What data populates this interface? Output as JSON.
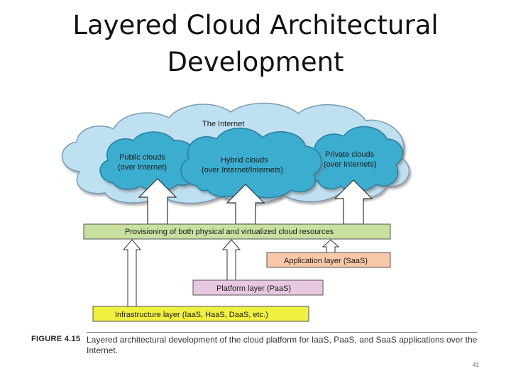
{
  "slide": {
    "title_line1": "Layered Cloud Architectural",
    "title_line2": "Development",
    "page_number": "41"
  },
  "figure": {
    "label": "FIGURE 4.15",
    "caption": "Layered architectural development of the cloud platform for IaaS, PaaS, and SaaS applications over the Internet.",
    "internet_label": "The Internet",
    "public_cloud": {
      "line1": "Public clouds",
      "line2": "(over Internet)"
    },
    "hybrid_cloud": {
      "line1": "Hybrid clouds",
      "line2": "(over Internet/Internets)"
    },
    "private_cloud": {
      "line1": "Private clouds",
      "line2": "(over Internets)"
    },
    "provisioning_label": "Provisioning of both physical and virtualized cloud resources",
    "application_layer": "Application layer (SaaS)",
    "platform_layer": "Platform layer (PaaS)",
    "infrastructure_layer": "Infrastructure layer (IaaS, HaaS, DaaS, etc.)",
    "colors": {
      "internet_cloud": "#bfe0f0",
      "inner_cloud": "#3aaed0",
      "provisioning_bar": "#c8e0a0",
      "application_bar": "#f8c8a8",
      "platform_bar": "#e8c8e0",
      "infrastructure_bar": "#f0f040"
    }
  }
}
